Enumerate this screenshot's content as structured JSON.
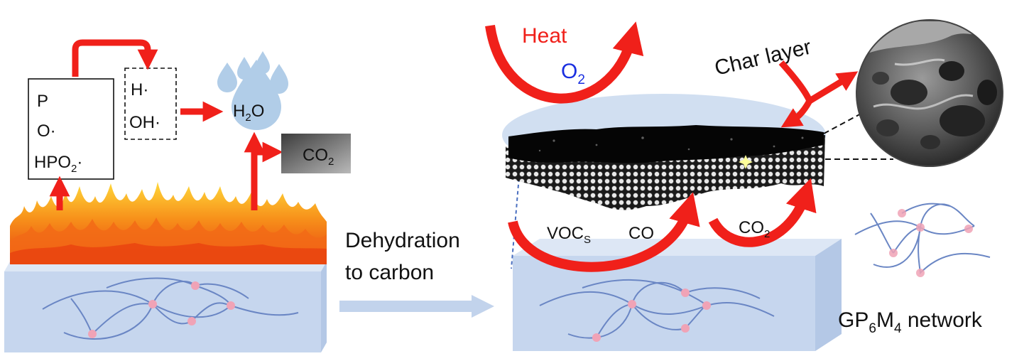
{
  "left_panel": {
    "radicals_box": {
      "line1": "P",
      "line2": "O·",
      "line3_main": "HPO",
      "line3_sub": "2",
      "line3_suffix": "·"
    },
    "captured_box": {
      "line1": "H·",
      "line2": "OH·"
    },
    "water": {
      "main": "H",
      "sub": "2",
      "suffix": "O"
    },
    "co2": {
      "main": "CO",
      "sub": "2"
    }
  },
  "middle": {
    "line1": "Dehydration",
    "line2": "to carbon"
  },
  "right_panel": {
    "heat": "Heat",
    "oxygen": {
      "main": "O",
      "sub": "2"
    },
    "char_layer": "Char layer",
    "vocs": {
      "main": "VOC",
      "sub": "S"
    },
    "co": "CO",
    "co2": {
      "main": "CO",
      "sub": "2"
    }
  },
  "network_caption": {
    "p1": "GP",
    "s1": "6",
    "p2": "M",
    "s2": "4",
    "p3": " network"
  },
  "colors": {
    "arrow_red": "#f0201a",
    "block_blue": "#c6d6ee",
    "network_line": "#6a86c4",
    "node_pink": "#f0a3b6",
    "water_blue": "#a9c8e6",
    "oxygen_blue": "#1a2fe0"
  }
}
